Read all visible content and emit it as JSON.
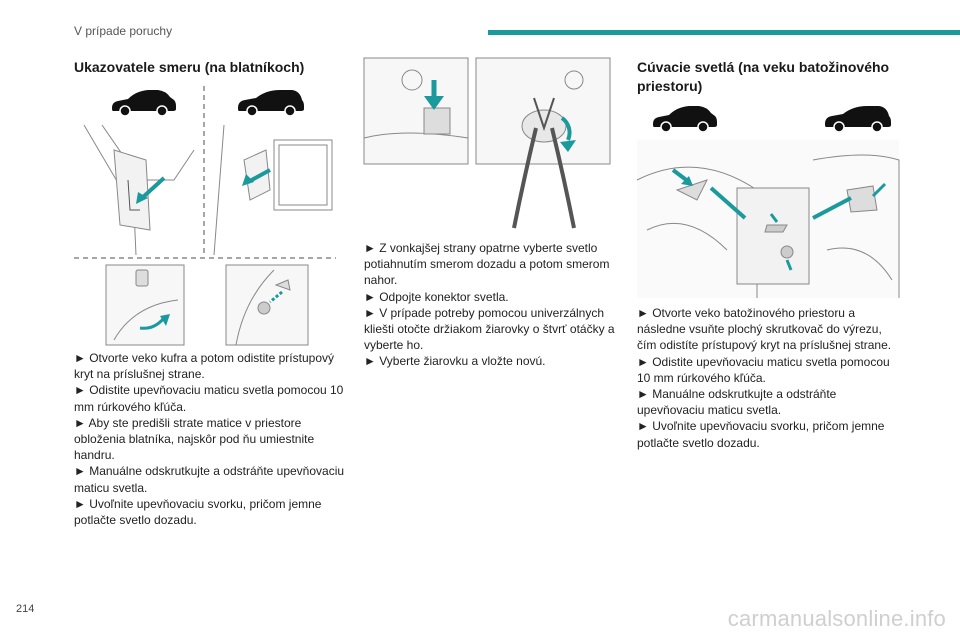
{
  "header": {
    "section_title": "V prípade poruchy",
    "accent_color": "#1a9a9c"
  },
  "page_number": "214",
  "watermark": "carmanualsonline.info",
  "columns": [
    {
      "heading": "Ukazovatele smeru (na blatníkoch)",
      "steps": [
        "► Otvorte veko kufra a potom odistite prístupový kryt na príslušnej strane.",
        "► Odistite upevňovaciu maticu svetla pomocou 10 mm rúrkového kľúča.",
        "► Aby ste predišli strate matice v priestore obloženia blatníka, najskôr pod ňu umiestnite handru.",
        "► Manuálne odskrutkujte a odstráňte upevňovaciu maticu svetla.",
        "► Uvoľnite upevňovaciu svorku, pričom jemne potlačte svetlo dozadu."
      ]
    },
    {
      "heading": "",
      "steps": [
        "► Z vonkajšej strany opatrne vyberte svetlo potiahnutím smerom dozadu a potom smerom nahor.",
        "► Odpojte konektor svetla.",
        "► V prípade potreby pomocou univerzálnych kliešti otočte držiakom žiarovky o štvrť otáčky a vyberte ho.",
        "► Vyberte žiarovku a vložte novú."
      ]
    },
    {
      "heading": "Cúvacie svetlá (na veku batožinového priestoru)",
      "steps": [
        "► Otvorte veko batožinového priestoru a následne vsuňte plochý skrutkovač do výrezu, čím odistíte prístupový kryt na príslušnej strane.",
        "► Odistite upevňovaciu maticu svetla pomocou 10 mm rúrkového kľúča.",
        "► Manuálne odskrutkujte a odstráňte upevňovaciu maticu svetla.",
        "► Uvoľnite upevňovaciu svorku, pričom jemne potlačte svetlo dozadu."
      ]
    }
  ]
}
